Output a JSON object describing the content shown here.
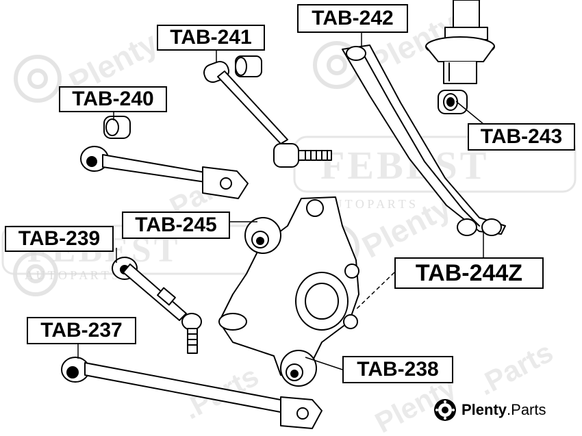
{
  "labels": {
    "tab_242": "TAB-242",
    "tab_241": "TAB-241",
    "tab_240": "TAB-240",
    "tab_243": "TAB-243",
    "tab_245": "TAB-245",
    "tab_239": "TAB-239",
    "tab_244z": "TAB-244Z",
    "tab_237": "TAB-237",
    "tab_238": "TAB-238"
  },
  "watermark": {
    "brand_word": "Plenty",
    "brand_suffix": ".Parts",
    "febest_word": "FEBEST",
    "febest_sub": "A U T O P A R T S"
  },
  "brand_logo": {
    "name": "Plenty",
    "suffix": ".Parts",
    "icon": "gear-disc-icon"
  },
  "colors": {
    "line": "#000000",
    "label_bg": "#ffffff",
    "watermark": "#d9d9d9"
  }
}
